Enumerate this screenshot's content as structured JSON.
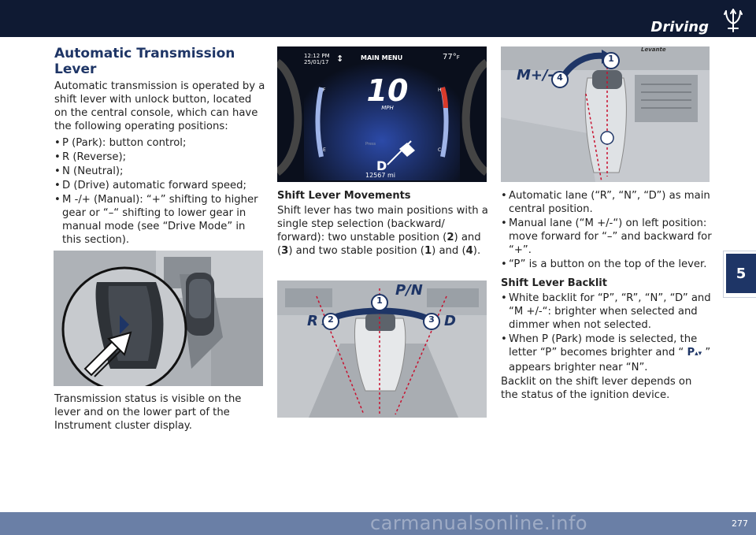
{
  "header": {
    "section_title": "Driving",
    "logo_icon": "trident-logo-icon"
  },
  "chapter_tab": {
    "number": "5"
  },
  "footer": {
    "page_number": "277",
    "watermark": "carmanualsonline.info"
  },
  "col1": {
    "heading": "Automatic Transmission Lever",
    "intro": "Automatic transmission is operated by a shift lever with unlock button, located on the central console, which can have the following operating positions:",
    "positions": [
      "P (Park): button control;",
      "R (Reverse);",
      "N (Neutral);",
      "D (Drive) automatic forward speed;",
      "M -/+ (Manual): “+” shifting to higher gear or “–“ shifting to lower gear in manual mode (see “Drive Mode” in this section)."
    ],
    "status_text": "Transmission status is visible on the lever and on the lower part of the Instrument cluster display."
  },
  "cluster": {
    "time": "12:12 PM",
    "date": "25/01/17",
    "menu": "MAIN MENU",
    "temp": "77°",
    "temp_unit": "F",
    "speed": "10",
    "speed_unit": "MPH",
    "gear": "D",
    "odometer": "12567 mi",
    "fuel_full": "F",
    "fuel_empty": "E",
    "hot": "H",
    "cold": "C",
    "press_hint": "Press"
  },
  "col2": {
    "heading": "Shift Lever Movements",
    "para_a": "Shift lever has two main positions with a single step selection (backward/ forward): two unstable position (",
    "n2": "2",
    "para_b": ") and (",
    "n3": "3",
    "para_c": ") and two stable position (",
    "n1": "1",
    "para_d": ") and (",
    "n4": "4",
    "para_e": ")."
  },
  "diagram3": {
    "pn": "P/N",
    "r": "R",
    "d": "D",
    "c1": "1",
    "c2": "2",
    "c3": "3"
  },
  "diagram4": {
    "mpm": "M+/-",
    "c1": "1",
    "c4": "4",
    "brand": "Levante"
  },
  "col3": {
    "lanes": [
      "Automatic lane (“R”, “N”, “D”) as main central position.",
      "Manual lane (“M +/-“) on left position: move forward for “–” and backward for “+”.",
      "“P” is a button on the top of the lever."
    ],
    "backlit_heading": "Shift Lever Backlit",
    "backlit_1": "White backlit for “P”, “R”, “N”, “D” and “M +/-“: brighter when selected and dimmer when not selected.",
    "backlit_2a": "When P (Park) mode is selected, the letter “P” becomes brighter and “ ",
    "backlit_2_glyph": "P",
    "backlit_2b": " ” appears brighter near “N”.",
    "backlit_footer": "Backlit on the shift lever depends on the status of the ignition device."
  },
  "colors": {
    "navy": "#0f1a33",
    "accent_blue": "#1e3566",
    "footer_blue": "#6a7fa6",
    "callout_red": "#c8102e"
  }
}
